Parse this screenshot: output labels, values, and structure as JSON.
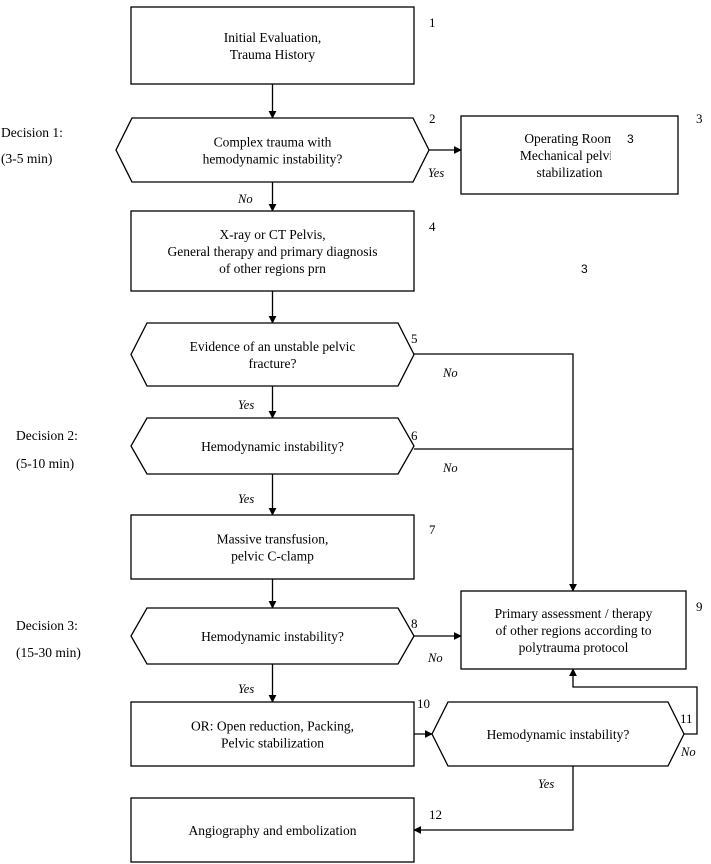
{
  "nodes": {
    "n1": {
      "number": "1",
      "lines": [
        "Initial Evaluation,",
        "Trauma History"
      ]
    },
    "n2": {
      "number": "2",
      "lines": [
        "Complex trauma with",
        "hemodynamic instability?"
      ]
    },
    "n3": {
      "number": "3",
      "lines": [
        "Operating Room",
        "Mechanical pelvic",
        "stabilization"
      ]
    },
    "n4": {
      "number": "4",
      "lines": [
        "X-ray or CT Pelvis,",
        "General therapy and primary diagnosis",
        "of other regions prn"
      ]
    },
    "n5": {
      "number": "5",
      "lines": [
        "Evidence of an unstable pelvic",
        "fracture?"
      ]
    },
    "n6": {
      "number": "6",
      "lines": [
        "Hemodynamic instability?"
      ]
    },
    "n7": {
      "number": "7",
      "lines": [
        "Massive transfusion,",
        "pelvic C-clamp"
      ]
    },
    "n8": {
      "number": "8",
      "lines": [
        "Hemodynamic instability?"
      ]
    },
    "n9": {
      "number": "9",
      "lines": [
        "Primary assessment / therapy",
        "of other regions according to",
        "polytrauma protocol"
      ]
    },
    "n10": {
      "number": "10",
      "lines": [
        "OR: Open reduction, Packing,",
        "Pelvic stabilization"
      ]
    },
    "n11": {
      "number": "11",
      "lines": [
        "Hemodynamic instability?"
      ]
    },
    "n12": {
      "number": "12",
      "lines": [
        "Angiography and embolization"
      ]
    }
  },
  "edge_labels": {
    "yes": "Yes",
    "no": "No"
  },
  "phases": [
    {
      "title": "Decision 1:",
      "time": "(3-5 min)"
    },
    {
      "title": "Decision 2:",
      "time": "(5-10 min)"
    },
    {
      "title": "Decision 3:",
      "time": "(15-30 min)"
    }
  ],
  "stray_labels": [
    "3",
    "3"
  ]
}
